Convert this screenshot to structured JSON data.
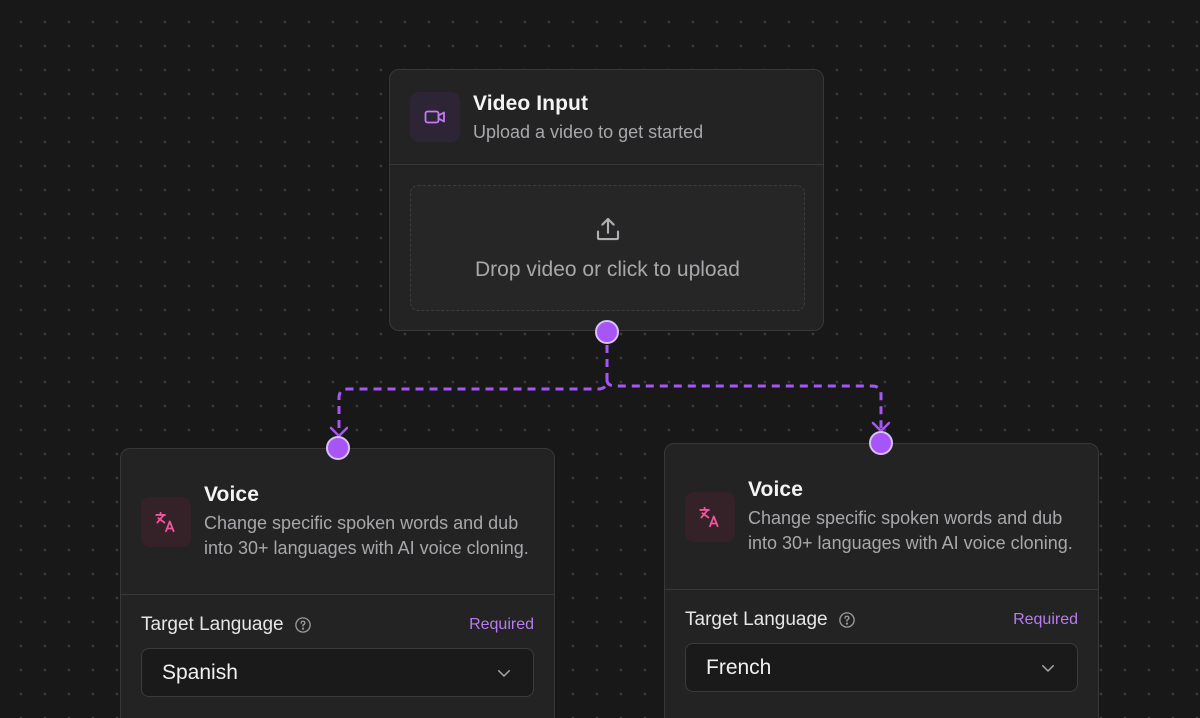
{
  "video_node": {
    "title": "Video Input",
    "subtitle": "Upload a video to get started",
    "icon": "video-camera-icon",
    "dropzone_text": "Drop video or click to upload"
  },
  "voice_nodes": [
    {
      "title": "Voice",
      "description": "Change specific spoken words and dub into 30+ languages with AI voice cloning.",
      "icon": "translate-icon",
      "field_label": "Target Language",
      "required_label": "Required",
      "selected_value": "Spanish"
    },
    {
      "title": "Voice",
      "description": "Change specific spoken words and dub into 30+ languages with AI voice cloning.",
      "icon": "translate-icon",
      "field_label": "Target Language",
      "required_label": "Required",
      "selected_value": "French"
    }
  ],
  "colors": {
    "background": "#181818",
    "node": "#232323",
    "accent": "#a855f7",
    "video_icon": "#c47af5",
    "voice_icon": "#f0569c",
    "required": "#b77cf0"
  }
}
